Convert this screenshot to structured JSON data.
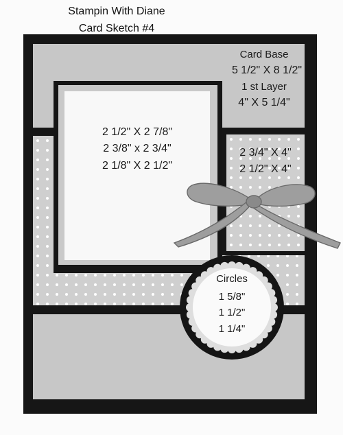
{
  "header": {
    "line1": "Stampin With Diane",
    "line2": "Card Sketch #4"
  },
  "card_base": {
    "title": "Card Base",
    "size": "5 1/2\" X 8 1/2\""
  },
  "first_layer": {
    "title": "1 st Layer",
    "size": "4\" X 5 1/4\""
  },
  "center_mat": {
    "lines": [
      "2 1/2\" X 2 7/8\"",
      "2 3/8\" x 2 3/4\"",
      "2 1/8\" X 2 1/2\""
    ]
  },
  "right_panel": {
    "lines": [
      "2 3/4\" X 4\"",
      "2 1/2\" X 4\""
    ]
  },
  "circles": {
    "title": "Circles",
    "sizes": [
      "1 5/8\"",
      "1 1/2\"",
      "1 1/4\""
    ]
  },
  "colors": {
    "card_base": "#161616",
    "layer": "#c7c7c7",
    "dots_bg": "#cfcfcf",
    "white": "#f8f8f8",
    "ribbon": "#9a9a9a"
  }
}
